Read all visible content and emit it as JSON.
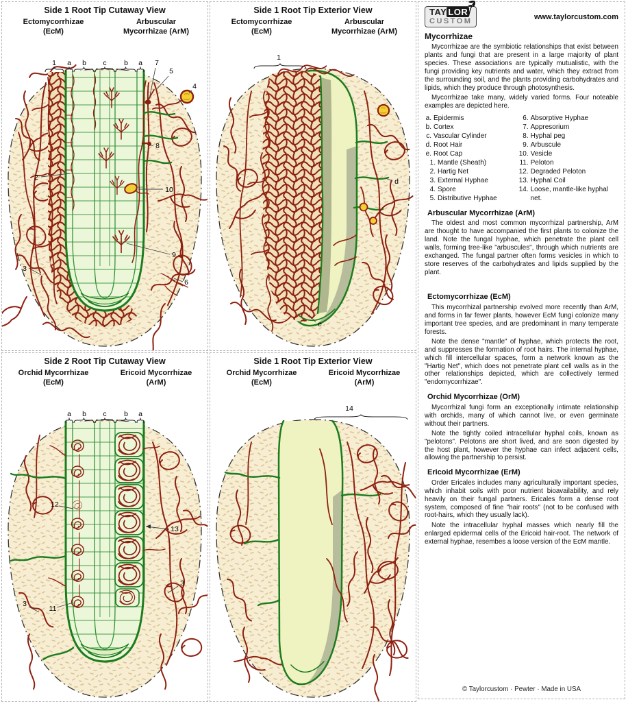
{
  "colors": {
    "hyphae_red": "#8e2010",
    "root_green": "#1d7c1d",
    "soil_tan": "#f6edd3",
    "spore_yellow": "#f4cf33"
  },
  "panels": [
    {
      "title": "Side 1 Root Tip Cutaway View",
      "col1": [
        "Ectomycorrhizae",
        "(EcM)"
      ],
      "col2": [
        "Arbuscular",
        "Mycorrhizae (ArM)"
      ],
      "letters": [
        "a",
        "b",
        "c",
        "b",
        "a"
      ],
      "callouts": {
        "c1": "1",
        "c2": "2",
        "c3": "3",
        "c4": "4",
        "c5": "5",
        "c6": "6",
        "c7": "7",
        "c8": "8",
        "c9": "9",
        "c10": "10"
      }
    },
    {
      "title": "Side 1 Root Tip Exterior View",
      "col1": [
        "Ectomycorrhizae",
        "(EcM)"
      ],
      "col2": [
        "Arbuscular",
        "Mycorrhizae (ArM)"
      ],
      "callouts": {
        "c1": "1",
        "cd": "d",
        "ce": "e"
      }
    },
    {
      "title": "Side 2 Root Tip Cutaway View",
      "col1": [
        "Orchid Mycorrhizae",
        "(EcM)"
      ],
      "col2": [
        "Ericoid Mycorrhizae",
        "(ArM)"
      ],
      "letters": [
        "a",
        "b",
        "c",
        "b",
        "a"
      ],
      "callouts": {
        "c12": "12",
        "c13": "13",
        "c11": "11",
        "c3a": "3",
        "c3b": "3"
      }
    },
    {
      "title": "Side 1 Root Tip Exterior View",
      "col1": [
        "Orchid Mycorrhizae",
        "(EcM)"
      ],
      "col2": [
        "Ericoid Mycorrhizae",
        "(ArM)"
      ],
      "callouts": {
        "c14": "14"
      }
    }
  ],
  "legend": {
    "letters": [
      {
        "k": "a.",
        "t": "Epidermis"
      },
      {
        "k": "b.",
        "t": "Cortex"
      },
      {
        "k": "c.",
        "t": "Vascular Cylinder"
      },
      {
        "k": "d.",
        "t": "Root Hair"
      },
      {
        "k": "e.",
        "t": "Root Cap"
      }
    ],
    "nums_left": [
      {
        "k": "1.",
        "t": "Mantle (Sheath)"
      },
      {
        "k": "2.",
        "t": "Hartig Net"
      },
      {
        "k": "3.",
        "t": "External Hyphae"
      },
      {
        "k": "4.",
        "t": "Spore"
      },
      {
        "k": "5.",
        "t": "Distributive Hyphae"
      }
    ],
    "nums_right": [
      {
        "k": "6.",
        "t": "Absorptive Hyphae"
      },
      {
        "k": "7.",
        "t": "Appresorium"
      },
      {
        "k": "8.",
        "t": "Hyphal peg"
      },
      {
        "k": "9.",
        "t": "Arbuscule"
      },
      {
        "k": "10.",
        "t": "Vesicle"
      },
      {
        "k": "11.",
        "t": "Peloton"
      },
      {
        "k": "12.",
        "t": "Degraded Peloton"
      },
      {
        "k": "13.",
        "t": "Hyphal Coil"
      },
      {
        "k": "14.",
        "t": "Loose, mantle-like hyphal net."
      }
    ]
  },
  "sidebar": {
    "logo": {
      "p1": "TAY",
      "p2": "LOR",
      "line2": "CUSTOM"
    },
    "website": "www.taylorcustom.com",
    "intro_heading": "Mycorrhizae",
    "intro_p1": "Mycorrhizae are the symbiotic relationships that exist between plants and fungi that are present in a large majority of plant species. These associations are typically mutualistic, with the fungi providing key nutrients and water, which they extract from the surrounding soil, and the plants providing carbohydrates and lipids, which they produce through photosynthesis.",
    "intro_p2": "Mycorrhizae take many, widely varied forms. Four noteable examples are depicted here.",
    "sections": [
      {
        "heading": "Arbuscular Mycorrhizae (ArM)",
        "paras": [
          "The oldest and most common mycorrhizal partnership, ArM are thought to have accompanied the first plants to colonize the land. Note the fungal hyphae, which penetrate the plant cell walls, forming tree-like \"arbuscules\", through which nutrients are exchanged. The fungal partner often forms vesicles in which to store reserves of the carbohydrates and lipids supplied by the plant."
        ]
      },
      {
        "heading": "Ectomycorrhizae (EcM)",
        "paras": [
          "This mycorrhizal partnership evolved more recently than ArM, and forms in far fewer plants, however EcM fungi colonize many important tree species, and are predominant in many temperate forests.",
          "Note the dense \"mantle\" of hyphae, which protects the root, and suppresses the formation of root hairs. The internal hyphae, which fill intercellular spaces, form a network known as the \"Hartig Net\", which does not penetrate plant cell walls as in the other relationships depicted, which are collectively termed \"endomycorrhizae\"."
        ]
      },
      {
        "heading": "Orchid Mycorrhizae (OrM)",
        "paras": [
          "Mycorrhizal fungi form an exceptionally intimate relationship with orchids, many of which cannot live, or even germinate without their partners.",
          "Note the tightly coiled intracellular hyphal coils, known as \"pelotons\". Pelotons are short lived, and are soon digested by the host plant, however the hyphae can infect adjacent cells, allowing the partnership to persist."
        ]
      },
      {
        "heading": "Ericoid Mycorrhizae (ErM)",
        "paras": [
          "Order Ericales includes many agriculturally important species, which inhabit soils with poor nutrient bioavailability, and rely heavily on their fungal partners. Ericales form a dense root system, composed of fine \"hair roots\" (not to be confused with root-hairs, which they usually lack).",
          "Note the intracellular hyphal masses which nearly fill the enlarged epidermal cells of the Ericoid hair-root. The network of external hyphae, resembes a loose version of the EcM mantle."
        ]
      }
    ],
    "footer": "© Taylorcustom · Pewter · Made in USA"
  }
}
